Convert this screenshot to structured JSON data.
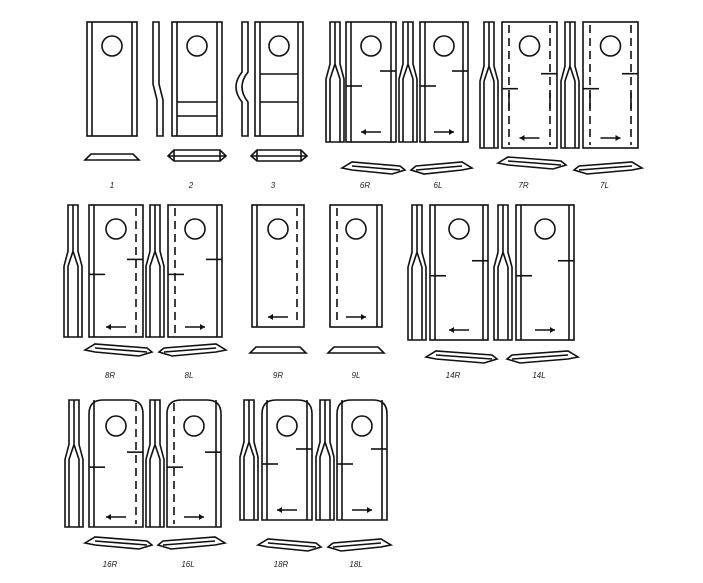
{
  "title_visible": false,
  "colors": {
    "line": "#111111",
    "background": "#ffffff"
  },
  "blades": [
    {
      "label": "1",
      "side": "none",
      "arrow": "none",
      "dashed": "none",
      "top": "square",
      "bars": 0
    },
    {
      "label": "2",
      "side": "offset",
      "arrow": "none",
      "dashed": "none",
      "top": "square",
      "bars": 2
    },
    {
      "label": "3",
      "side": "curve",
      "arrow": "none",
      "dashed": "none",
      "top": "square",
      "bars": 2
    },
    {
      "label": "6R",
      "side": "twist",
      "arrow": "left",
      "dashed": "none",
      "top": "square",
      "bars": 0
    },
    {
      "label": "6L",
      "side": "twist",
      "arrow": "right",
      "dashed": "none",
      "top": "square",
      "bars": 0
    },
    {
      "label": "7R",
      "side": "twist",
      "arrow": "left",
      "dashed": "both",
      "top": "square",
      "bars": 0
    },
    {
      "label": "7L",
      "side": "twist",
      "arrow": "right",
      "dashed": "both",
      "top": "square",
      "bars": 0
    },
    {
      "label": "8R",
      "side": "twist",
      "arrow": "left",
      "dashed": "right",
      "top": "square",
      "bars": 0
    },
    {
      "label": "8L",
      "side": "twist",
      "arrow": "right",
      "dashed": "left",
      "top": "square",
      "bars": 0
    },
    {
      "label": "9R",
      "side": "none",
      "arrow": "left",
      "dashed": "right",
      "top": "square",
      "bars": 0
    },
    {
      "label": "9L",
      "side": "none",
      "arrow": "right",
      "dashed": "left",
      "top": "square",
      "bars": 0
    },
    {
      "label": "14R",
      "side": "twist",
      "arrow": "left",
      "dashed": "none",
      "top": "square",
      "bars": 0
    },
    {
      "label": "14L",
      "side": "twist",
      "arrow": "right",
      "dashed": "none",
      "top": "square",
      "bars": 0
    },
    {
      "label": "16R",
      "side": "twist",
      "arrow": "left",
      "dashed": "right",
      "top": "round",
      "bars": 0
    },
    {
      "label": "16L",
      "side": "twist",
      "arrow": "right",
      "dashed": "left",
      "top": "round",
      "bars": 0
    },
    {
      "label": "18R",
      "side": "twist",
      "arrow": "left",
      "dashed": "none",
      "top": "round",
      "bars": 0
    },
    {
      "label": "18L",
      "side": "twist",
      "arrow": "right",
      "dashed": "none",
      "top": "round",
      "bars": 0
    }
  ]
}
